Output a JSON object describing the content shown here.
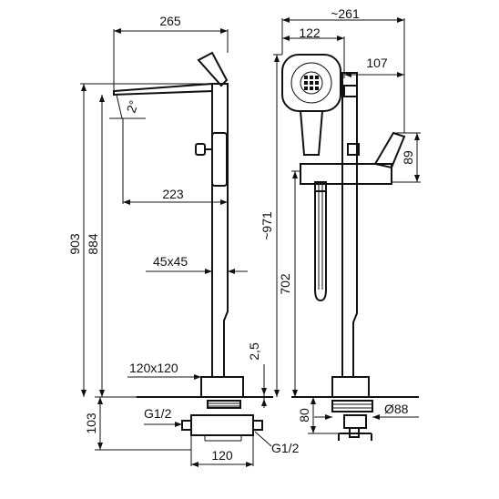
{
  "drawing": {
    "left_view": {
      "width_top": "265",
      "spout_reach": "223",
      "angle": "2°",
      "total_height": "903",
      "spout_height": "884",
      "profile": "45x45",
      "base_plate": "120x120",
      "gap": "2,5",
      "under_floor": "103",
      "thread_left": "G1/2",
      "box_width": "120",
      "thread_right": "G1/2"
    },
    "right_view": {
      "overall_width": "~261",
      "head_width": "122",
      "handle_offset": "107",
      "handle_height": "89",
      "shower_height": "~971",
      "holder_height": "702",
      "floor_depth": "80",
      "rosette_diameter": "Ø88"
    }
  }
}
